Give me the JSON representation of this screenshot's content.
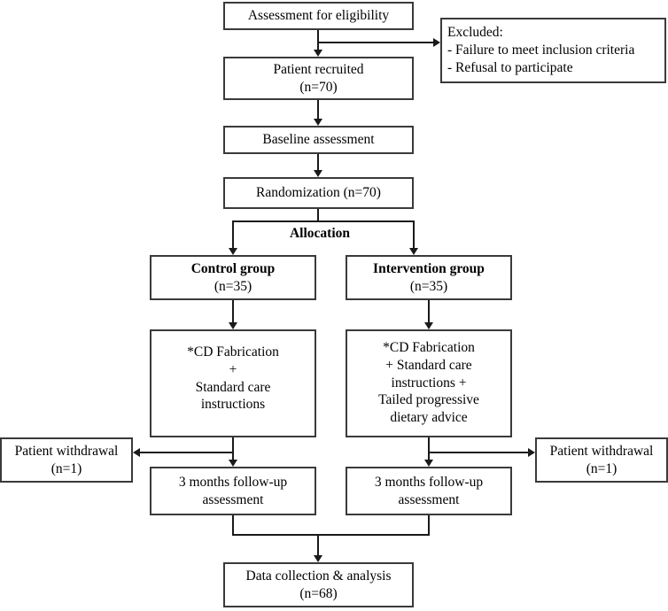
{
  "diagram": {
    "title": "CONSORT participant flow diagram",
    "line_color": "#1a1a1a",
    "box_border_color": "#3a3a3a",
    "background": "#ffffff"
  },
  "nodes": {
    "assessment": {
      "line1": "Assessment for eligibility"
    },
    "excluded": {
      "line1": "Excluded:",
      "line2": "- Failure to meet inclusion criteria",
      "line3": "- Refusal to participate"
    },
    "recruited": {
      "line1": "Patient recruited",
      "line2": "(n=70)"
    },
    "baseline": {
      "line1": "Baseline assessment"
    },
    "randomization": {
      "line1": "Randomization (n=70)"
    },
    "allocation": {
      "label": "Allocation"
    },
    "control_group": {
      "line1": "Control group",
      "line2": "(n=35)"
    },
    "intervention_group": {
      "line1": "Intervention group",
      "line2": "(n=35)"
    },
    "control_detail": {
      "line1": "*CD Fabrication",
      "line2": "+",
      "line3": "Standard care",
      "line4": "instructions"
    },
    "intervention_detail": {
      "line1": "*CD Fabrication",
      "line2": "+ Standard care",
      "line3": "instructions +",
      "line4": "Tailed progressive",
      "line5": "dietary advice"
    },
    "withdrawal_left": {
      "line1": "Patient withdrawal",
      "line2": "(n=1)"
    },
    "withdrawal_right": {
      "line1": "Patient withdrawal",
      "line2": "(n=1)"
    },
    "followup_control": {
      "line1": "3 months follow-up",
      "line2": "assessment"
    },
    "followup_intervention": {
      "line1": "3 months follow-up",
      "line2": "assessment"
    },
    "data_collection": {
      "line1": "Data collection & analysis",
      "line2": "(n=68)"
    }
  }
}
